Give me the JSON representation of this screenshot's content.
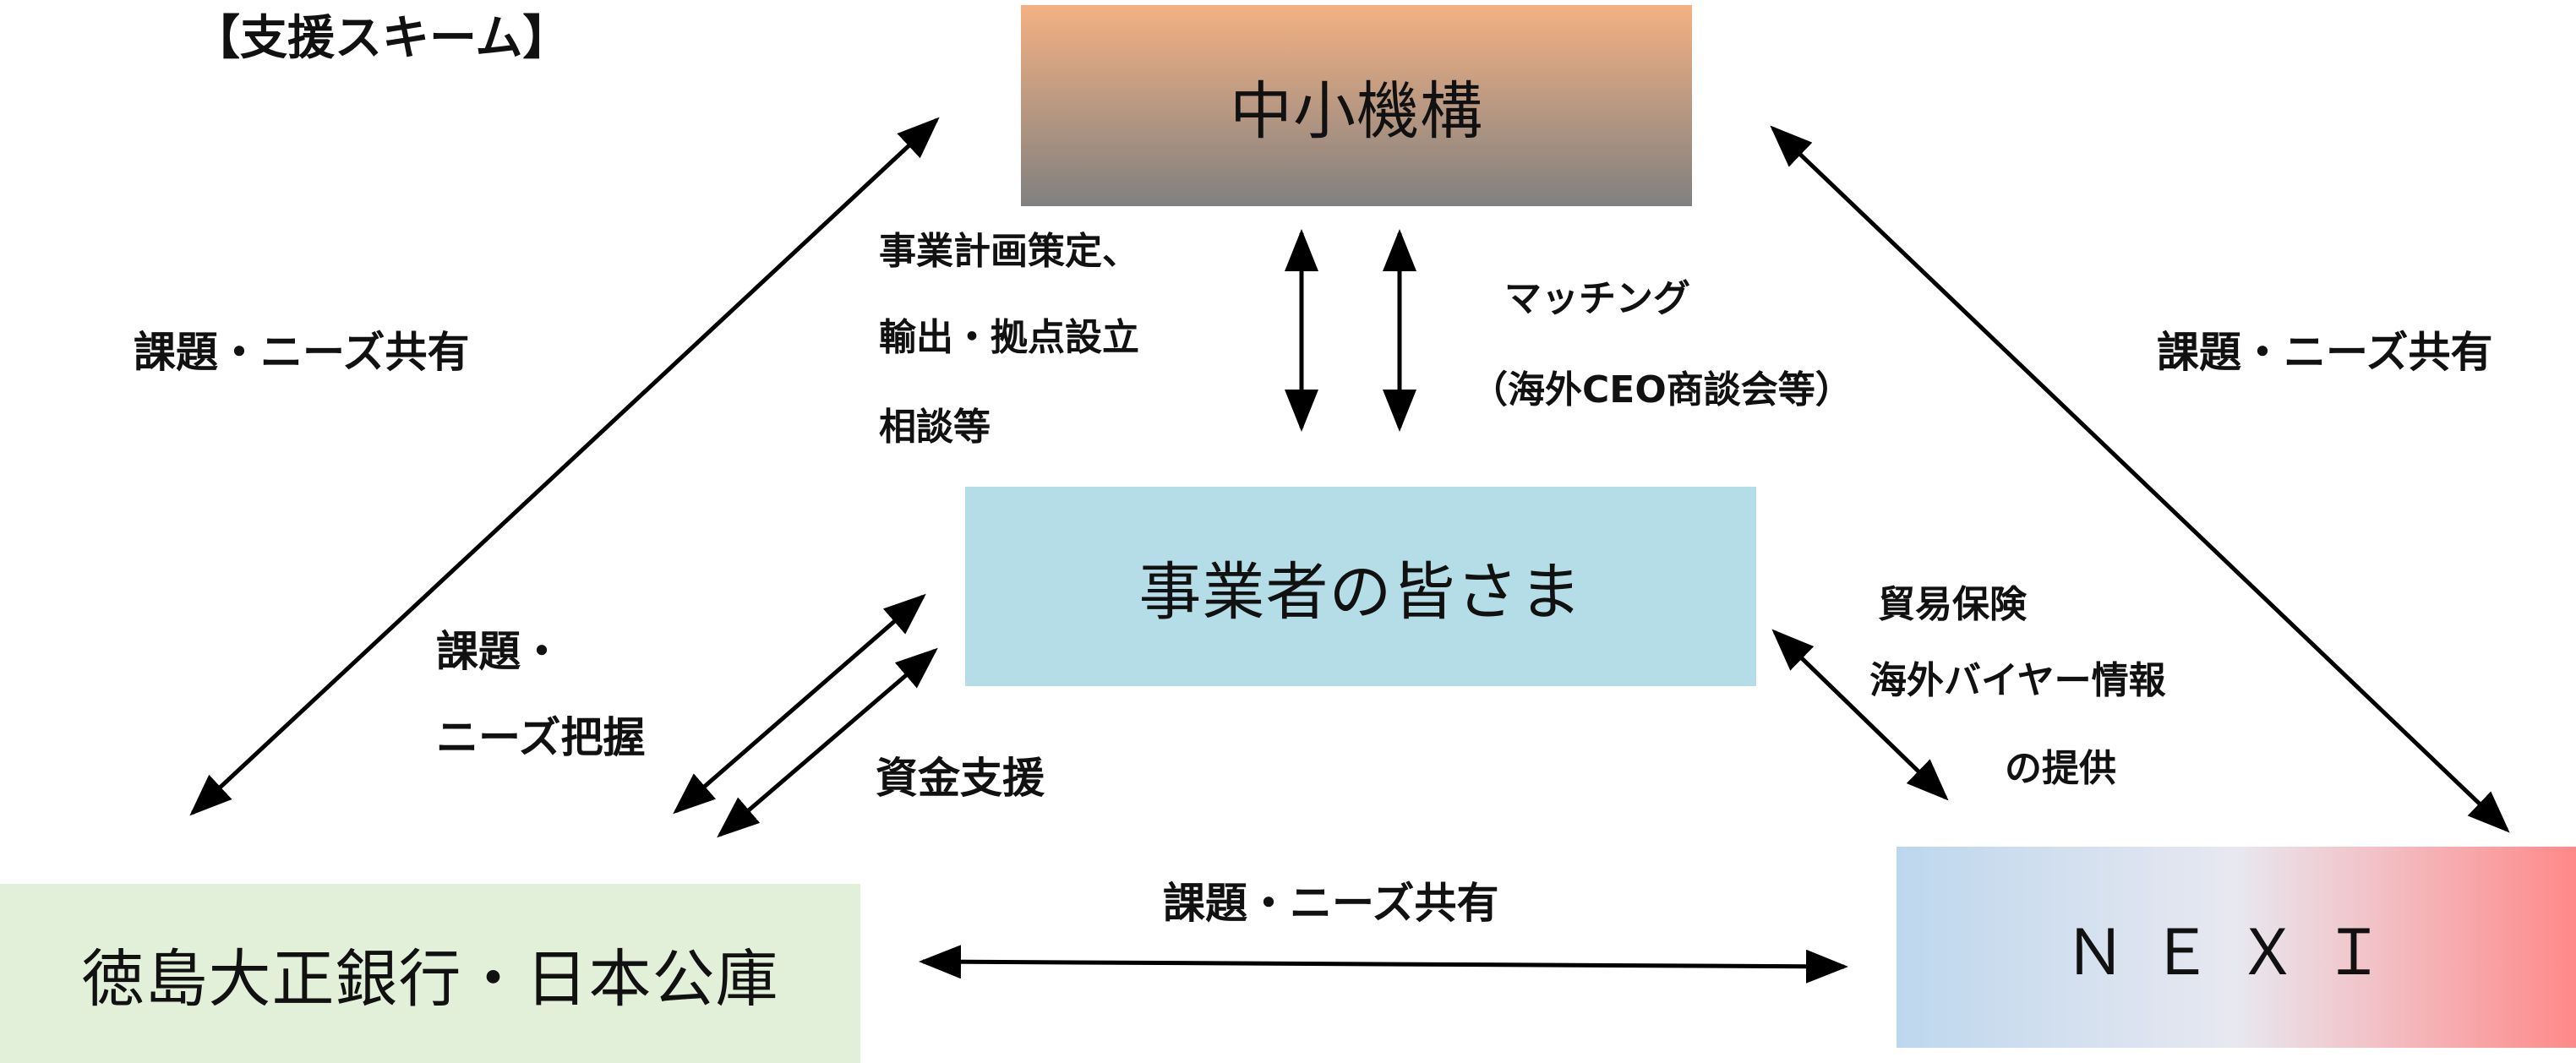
{
  "title": "【支援スキーム】",
  "nodes": {
    "smrj": "中小機構",
    "business": "事業者の皆さま",
    "bank": "徳島大正銀行・日本公庫",
    "nexi": "ＮＥＸＩ"
  },
  "labels": {
    "share_left": "課題・ニーズ共有",
    "share_right": "課題・ニーズ共有",
    "share_bottom": "課題・ニーズ共有",
    "consult_line1": "事業計画策定、",
    "consult_line2": "輸出・拠点設立",
    "consult_line3": "相談等",
    "matching_line1": "マッチング",
    "matching_line2": "（海外CEO商談会等）",
    "grasp_line1": "課題・",
    "grasp_line2": "ニーズ把握",
    "funding": "資金支援",
    "nexi_line1": "貿易保険",
    "nexi_line2": "海外バイヤー情報",
    "nexi_line3": "の提供"
  },
  "colors": {
    "smrj_top": "#f4b183",
    "smrj_bottom": "#808080",
    "business_fill": "#b4dde8",
    "bank_fill": "#e2efd9",
    "nexi_left": "#bdd7ee",
    "nexi_right": "#ff8989",
    "arrow": "#000000"
  }
}
